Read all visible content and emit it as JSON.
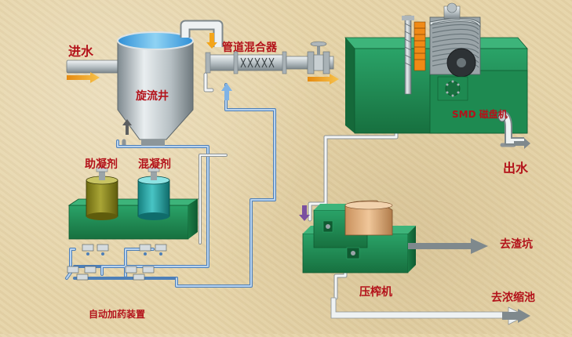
{
  "labels": {
    "inlet": "进水",
    "cyclone_well": "旋流井",
    "pipe_mixer": "管道混合器",
    "disk_machine": "SMD 磁盘机",
    "outlet": "出水",
    "coagulant_aid": "助凝剂",
    "coagulant": "混凝剂",
    "filter_press": "压榨机",
    "to_slag_pit": "去渣坑",
    "to_thickener": "去浓缩池",
    "auto_dosing": "自动加药装置"
  },
  "colors": {
    "label_red": "#b3121a",
    "equipment_green": "#1f8a52",
    "pipe_blue": "#6f9fd6",
    "tank_olive": "#8c8a1f",
    "tank_teal": "#2a9fa0",
    "flow_arrow": "#f3a51b",
    "gray_arrow": "#808a8e"
  },
  "icons": [
    "valve-icon",
    "flow-arrow-icon",
    "magnetic-disk-icon",
    "mixer-element-icon"
  ]
}
